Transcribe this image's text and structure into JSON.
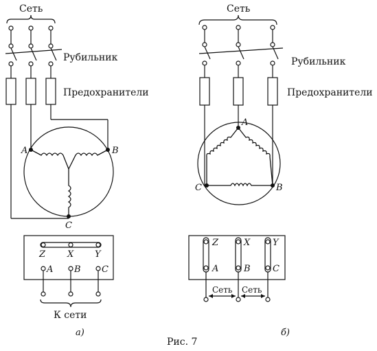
{
  "labels": {
    "net_left": "Сеть",
    "net_right": "Сеть",
    "switch_left": "Рубильник",
    "switch_right": "Рубильник",
    "fuses_left": "Предохранители",
    "fuses_right": "Предохранители",
    "to_net": "К сети",
    "net_small_1": "Сеть",
    "net_small_2": "Сеть",
    "sub_a": "а)",
    "sub_b": "б)",
    "caption": "Рис. 7"
  },
  "winding_points": {
    "star": [
      "A",
      "B",
      "C"
    ],
    "delta": [
      "A",
      "B",
      "C"
    ]
  },
  "terminal_box": {
    "top": [
      "Z",
      "X",
      "Y"
    ],
    "bottom": [
      "A",
      "B",
      "C"
    ]
  }
}
